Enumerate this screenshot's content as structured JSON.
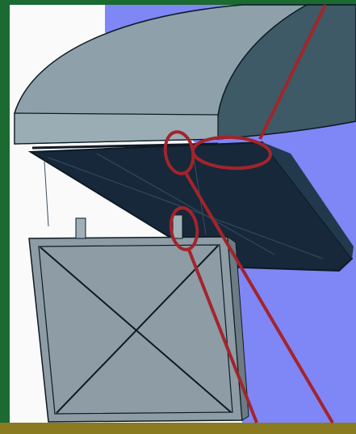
{
  "colors": {
    "frame_green": "#1a6a32",
    "frame_bottom_gold": "#8a7a20",
    "backdrop_blue": "#7f86f5",
    "backdrop_white": "#fafafa",
    "hood_light": "#8ea1aa",
    "hood_dark": "#3d5a66",
    "panel_face": "#17283a",
    "box_face": "#8e9ca5",
    "edge_line": "#0d1a24",
    "callout_red": "#a3242b"
  },
  "callouts": {
    "count": 3,
    "shape": "ellipse",
    "leader_lines": 3
  },
  "icons": {
    "hood": "curved-hood-cover",
    "panel": "hinged-dark-panel",
    "box": "cross-braced-box"
  }
}
